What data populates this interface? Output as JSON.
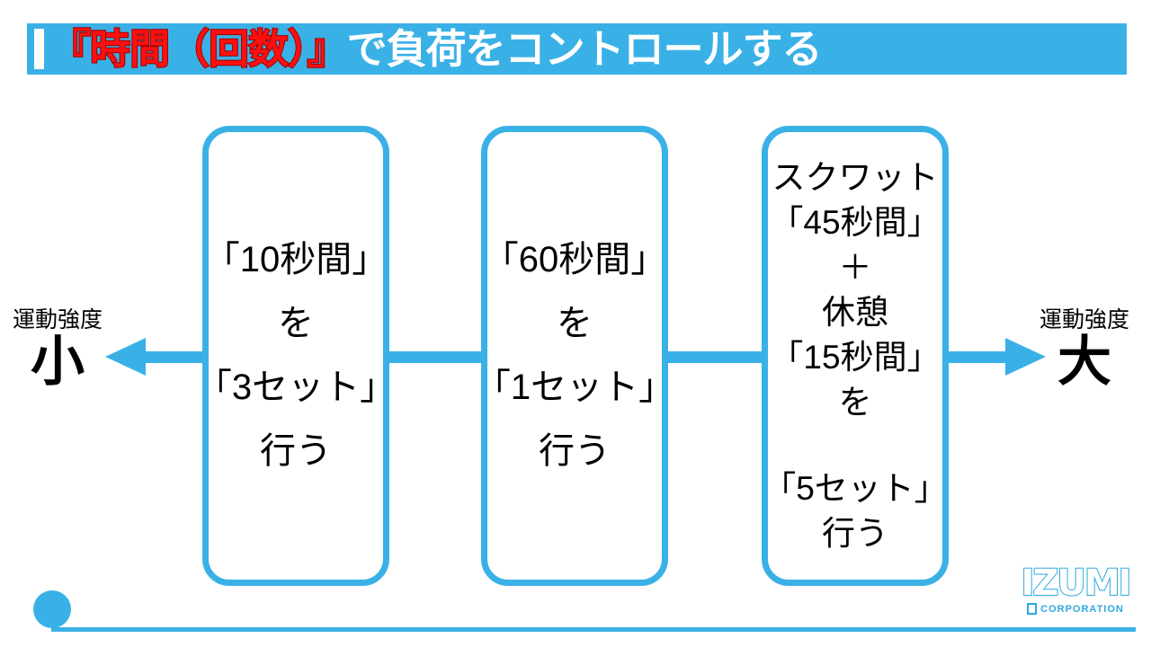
{
  "slide": {
    "title": {
      "highlight": "『時間（回数）』",
      "rest": "で負荷をコントロールする"
    },
    "left_label": {
      "caption": "運動強度",
      "value": "小"
    },
    "right_label": {
      "caption": "運動強度",
      "value": "大"
    },
    "boxes": [
      {
        "lines": [
          "「10秒間」",
          "を",
          "「3セット」",
          "行う"
        ]
      },
      {
        "lines": [
          "「60秒間」",
          "を",
          "「1セット」",
          "行う"
        ]
      },
      {
        "lines": [
          "スクワット",
          "「45秒間」",
          "＋",
          "休憩",
          "「15秒間」",
          "を",
          "「5セット」",
          "行う"
        ]
      }
    ],
    "logo": {
      "wordmark": "IZUMI",
      "subtext": "CORPORATION"
    },
    "colors": {
      "accent_cyan": "#3AB1E6",
      "title_red": "#FF1010",
      "title_red_outline": "#9B0000",
      "text_black": "#000000",
      "white": "#FFFFFF"
    }
  }
}
